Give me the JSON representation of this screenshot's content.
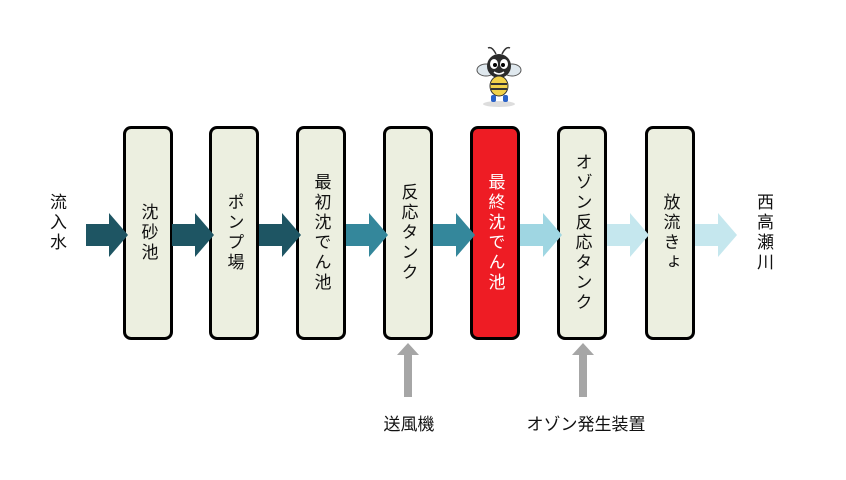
{
  "flow": {
    "inflow_label": "流入水",
    "outflow_label": "西高瀬川",
    "steps": [
      {
        "label": "沈砂池",
        "active": false
      },
      {
        "label": "ポンプ場",
        "active": false
      },
      {
        "label": "最初沈でん池",
        "active": false
      },
      {
        "label": "反応タンク",
        "active": false
      },
      {
        "label": "最終沈でん池",
        "active": true
      },
      {
        "label": "オゾン反応タンク",
        "active": false
      },
      {
        "label": "放流きょ",
        "active": false
      }
    ],
    "inputs": [
      {
        "label": "送風機",
        "target_step": "反応タンク"
      },
      {
        "label": "オゾン発生装置",
        "target_step": "オゾン反応タンク"
      }
    ]
  },
  "colors": {
    "arrow_dark": "#1e5563",
    "arrow_mid": "#34879b",
    "arrow_light": "#9fd6e2",
    "arrow_pale": "#c5e7ee",
    "active_step": "#ee1c24",
    "step_fill": "#ecefe0",
    "input_arrow": "#a6a6a6"
  },
  "icons": {
    "mascot": "mascot-character-icon"
  }
}
